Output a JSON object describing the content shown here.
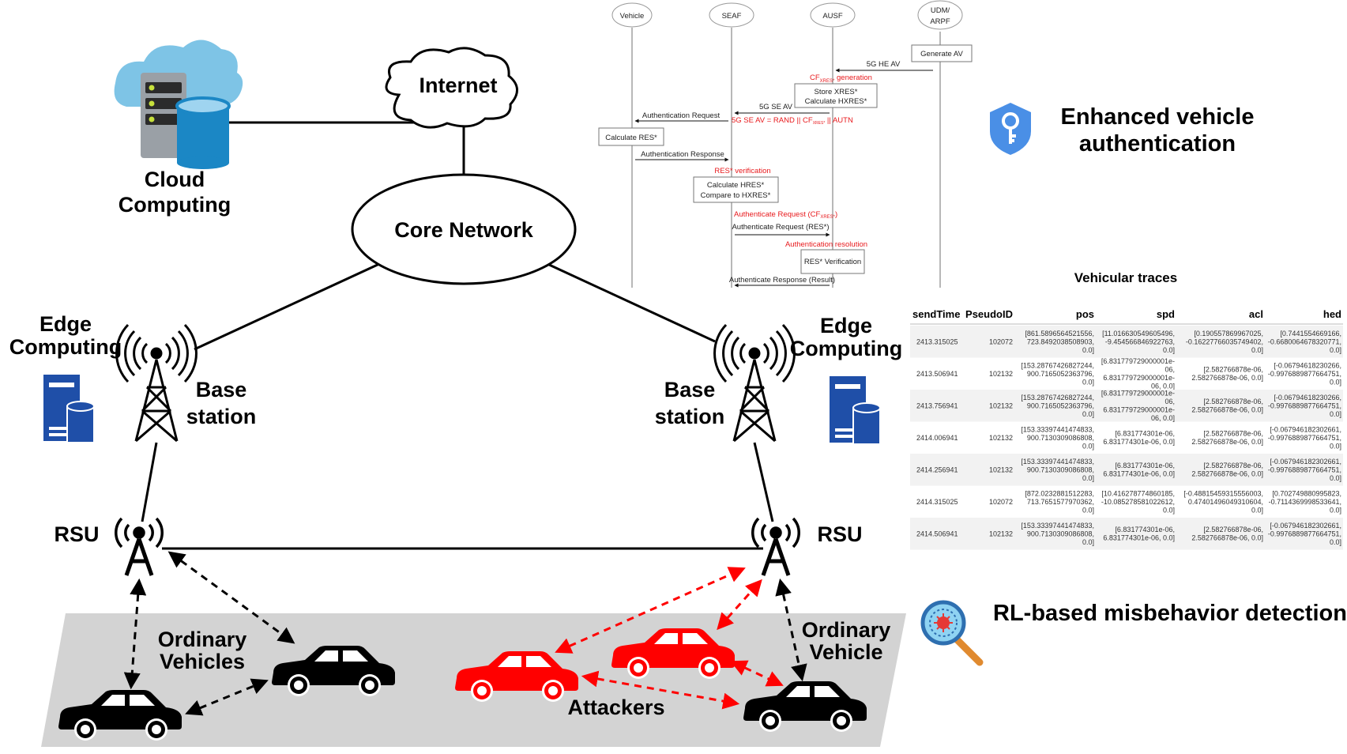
{
  "cloud": {
    "line1": "Cloud",
    "line2": "Computing"
  },
  "internet": "Internet",
  "core_network": "Core Network",
  "edge_left": {
    "line1": "Edge",
    "line2": "Computing"
  },
  "edge_right": {
    "line1": "Edge",
    "line2": "Computing"
  },
  "base_left": {
    "line1": "Base",
    "line2": "station"
  },
  "base_right": {
    "line1": "Base",
    "line2": "station"
  },
  "rsu_left": "RSU",
  "rsu_right": "RSU",
  "ordinary_vehicles": {
    "line1": "Ordinary",
    "line2": "Vehicles"
  },
  "ordinary_vehicle": {
    "line1": "Ordinary",
    "line2": "Vehicle"
  },
  "attackers": "Attackers",
  "enhanced_auth": {
    "line1": "Enhanced vehicle",
    "line2": "authentication"
  },
  "rl_detection": "RL-based misbehavior detection",
  "sequence": {
    "participants": [
      "Vehicle",
      "SEAF",
      "AUSF",
      "UDM/",
      "ARPF"
    ],
    "generate_av": "Generate AV",
    "he_av": "5G HE AV",
    "cf_generation": "CF",
    "cf_generation_sub": "XRES*",
    "cf_generation_tail": " generation",
    "store_xres": "Store XRES*",
    "calc_hxres": "Calculate HXRES*",
    "se_av": "5G SE AV",
    "se_av_def": "5G SE AV = RAND || CF",
    "se_av_def_sub": "XRES*",
    "se_av_def_tail": " || AUTN",
    "auth_request": "Authentication Request",
    "calc_res": "Calculate RES*",
    "auth_response": "Authentication Response",
    "res_verification": "RES* verification",
    "calc_hres": "Calculate HRES*",
    "compare_hxres": "Compare to HXRES*",
    "authn_request_cf": "Authenticate Request (CF",
    "authn_request_cf_sub": "XRES*",
    "authn_request_cf_tail": ")",
    "authn_request_res": "Authenticate Request (RES*)",
    "authn_resolution": "Authentication resolution",
    "res_verif_box": "RES* Verification",
    "authn_response": "Authenticate Response (Result)"
  },
  "table": {
    "title": "Vehicular traces",
    "headers": [
      "sendTime",
      "PseudoID",
      "pos",
      "spd",
      "acl",
      "hed"
    ],
    "rows": [
      [
        "2413.315025",
        "102072",
        [
          "[861.5896564521556,",
          "723.8492038508903,",
          "0.0]"
        ],
        [
          "[11.016630549605496,",
          "-9.454566846922763,",
          "0.0]"
        ],
        [
          "[0.190557869967025,",
          "-0.16227766035749402,",
          "0.0]"
        ],
        [
          "[0.7441554669166,",
          "-0.6680064678320771,",
          "0.0]"
        ]
      ],
      [
        "2413.506941",
        "102132",
        [
          "[153.28767426827244,",
          "900.7165052363796,",
          "0.0]"
        ],
        [
          "[6.831779729000001e-",
          "06,",
          "6.831779729000001e-",
          "06, 0.0]"
        ],
        [
          "[2.582766878e-06,",
          "2.582766878e-06, 0.0]"
        ],
        [
          "[-0.06794618230266,",
          "-0.9976889877664751,",
          "0.0]"
        ]
      ],
      [
        "2413.756941",
        "102132",
        [
          "[153.28767426827244,",
          "900.7165052363796,",
          "0.0]"
        ],
        [
          "[6.831779729000001e-",
          "06,",
          "6.831779729000001e-",
          "06, 0.0]"
        ],
        [
          "[2.582766878e-06,",
          "2.582766878e-06, 0.0]"
        ],
        [
          "[-0.06794618230266,",
          "-0.9976889877664751,",
          "0.0]"
        ]
      ],
      [
        "2414.006941",
        "102132",
        [
          "[153.33397441474833,",
          "900.7130309086808,",
          "0.0]"
        ],
        [
          "[6.831774301e-06,",
          "6.831774301e-06, 0.0]"
        ],
        [
          "[2.582766878e-06,",
          "2.582766878e-06, 0.0]"
        ],
        [
          "[-0.067946182302661,",
          "-0.9976889877664751,",
          "0.0]"
        ]
      ],
      [
        "2414.256941",
        "102132",
        [
          "[153.33397441474833,",
          "900.7130309086808,",
          "0.0]"
        ],
        [
          "[6.831774301e-06,",
          "6.831774301e-06, 0.0]"
        ],
        [
          "[2.582766878e-06,",
          "2.582766878e-06, 0.0]"
        ],
        [
          "[-0.067946182302661,",
          "-0.9976889877664751,",
          "0.0]"
        ]
      ],
      [
        "2414.315025",
        "102072",
        [
          "[872.0232881512283,",
          "713.7651577970362,",
          "0.0]"
        ],
        [
          "[10.416278774860185,",
          "-10.085278581022612,",
          "0.0]"
        ],
        [
          "[-0.48815459315556003,",
          "0.47401496049310604,",
          "0.0]"
        ],
        [
          "[0.702749880995823,",
          "-0.7114369998533641,",
          "0.0]"
        ]
      ],
      [
        "2414.506941",
        "102132",
        [
          "[153.33397441474833,",
          "900.7130309086808,",
          "0.0]"
        ],
        [
          "[6.831774301e-06,",
          "6.831774301e-06, 0.0]"
        ],
        [
          "[2.582766878e-06,",
          "2.582766878e-06, 0.0]"
        ],
        [
          "[-0.067946182302661,",
          "-0.9976889877664751,",
          "0.0]"
        ]
      ]
    ]
  },
  "colors": {
    "attack": "#ff0000",
    "road": "#d3d3d3",
    "server_blue": "#1f4fa8",
    "cloud_blue": "#7ec4e6",
    "shield_blue": "#4a8fe6"
  }
}
